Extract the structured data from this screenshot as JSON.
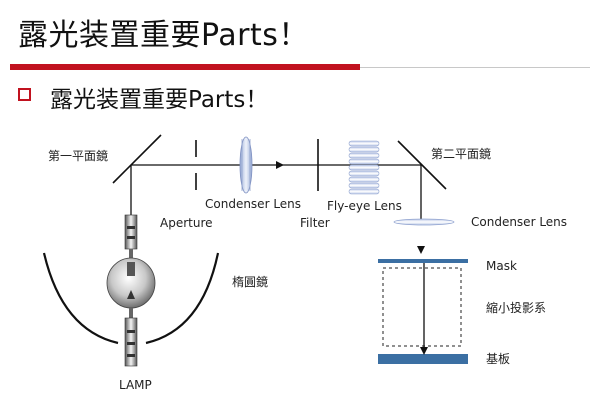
{
  "header": {
    "title": "露光装置重要Parts！",
    "bullet_text": "露光装置重要Parts！"
  },
  "diagram": {
    "labels": {
      "mirror1": "第一平面鏡",
      "mirror2": "第二平面鏡",
      "aperture": "Aperture",
      "condenser1": "Condenser Lens",
      "filter": "Filter",
      "flyeye": "Fly-eye Lens",
      "condenser2": "Condenser Lens",
      "ellipse": "楕圓鏡",
      "lamp": "LAMP",
      "mask": "Mask",
      "projection": "縮小投影系",
      "substrate": "基板"
    }
  }
}
